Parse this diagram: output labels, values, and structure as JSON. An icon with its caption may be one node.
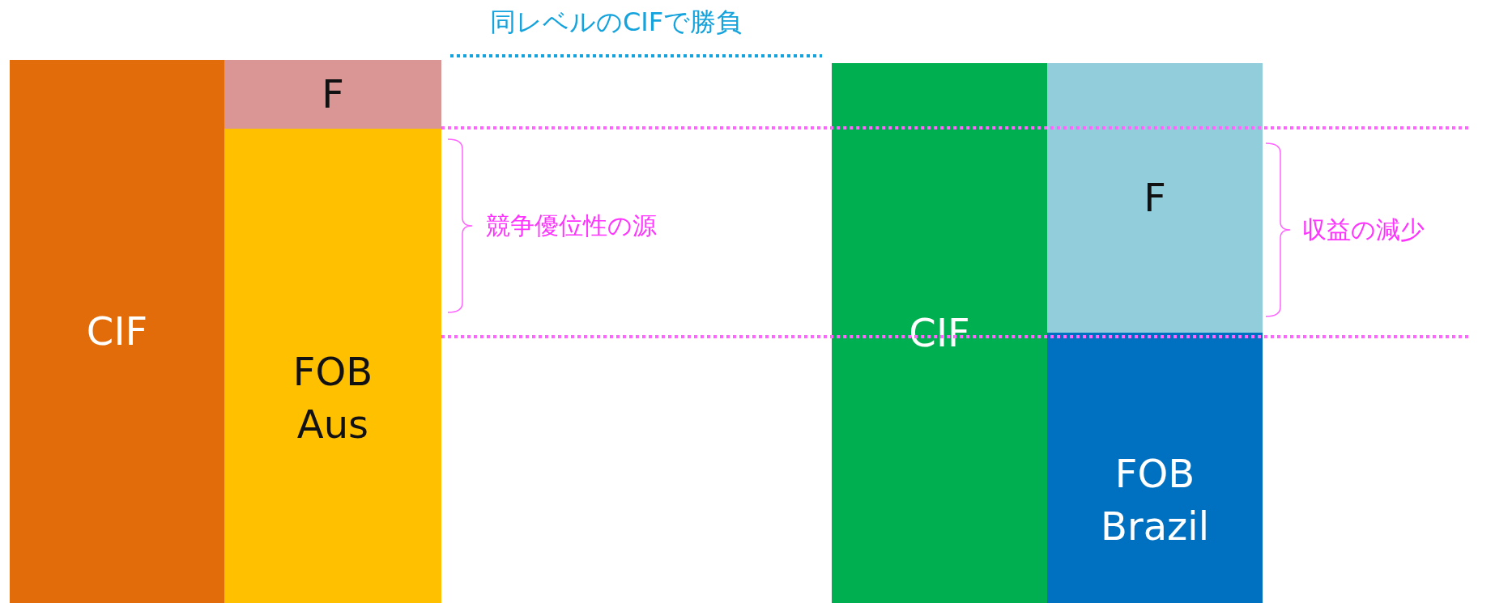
{
  "diagram": {
    "title": "同レベルのCIFで勝負",
    "nodes": [
      {
        "text": [
          "CIF"
        ]
      },
      {
        "text": [
          "F"
        ]
      },
      {
        "text": [
          "FOB Aus"
        ]
      },
      {
        "text": [
          "CIF"
        ]
      },
      {
        "text": [
          "F"
        ]
      },
      {
        "text": [
          "FOB Brazil"
        ]
      }
    ],
    "labels": [
      "競争優位性の源",
      "収益の減少"
    ]
  }
}
